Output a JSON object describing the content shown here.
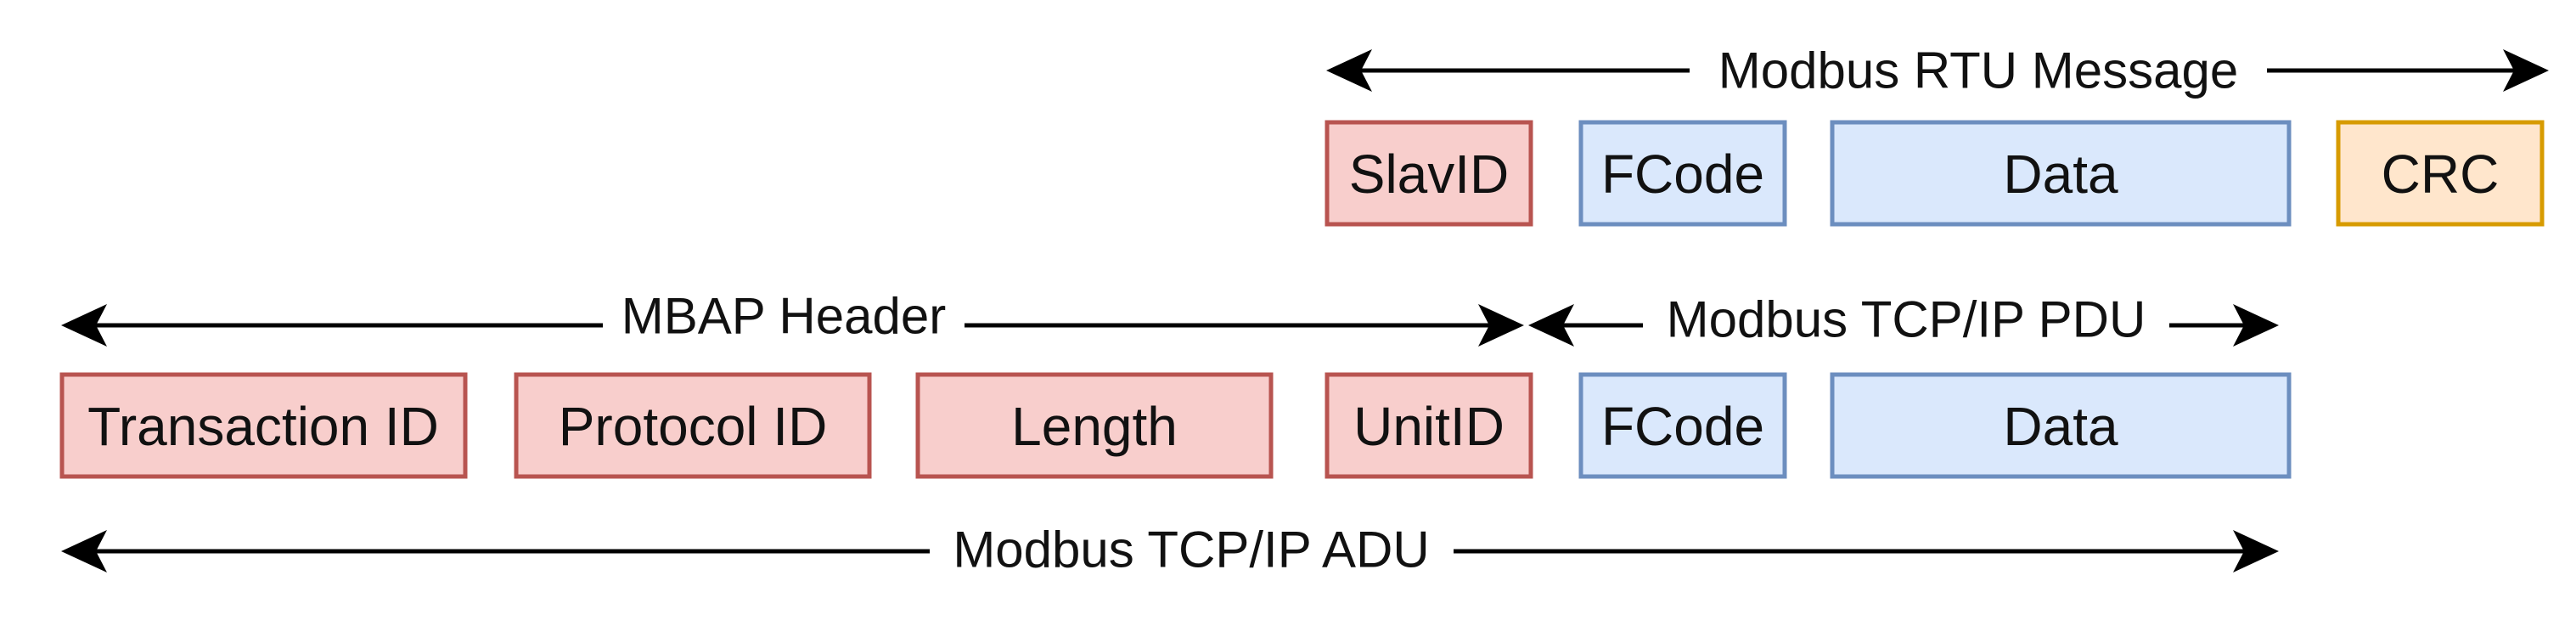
{
  "colors": {
    "red_fill": "#f8cecc",
    "red_stroke": "#b85450",
    "blue_fill": "#dae8fc",
    "blue_stroke": "#6c8ebf",
    "orange_fill": "#ffe6cc",
    "orange_stroke": "#d79b00",
    "line": "#000000"
  },
  "rtu_message": {
    "label": "Modbus RTU Message",
    "fields": {
      "slave_id": "SlavID",
      "function_code": "FCode",
      "data": "Data",
      "crc": "CRC"
    }
  },
  "tcp": {
    "mbap_header_label": "MBAP Header",
    "pdu_label": "Modbus TCP/IP PDU",
    "adu_label": "Modbus TCP/IP ADU",
    "fields": {
      "transaction_id": "Transaction ID",
      "protocol_id": "Protocol ID",
      "length": "Length",
      "unit_id": "UnitID",
      "function_code": "FCode",
      "data": "Data"
    }
  }
}
